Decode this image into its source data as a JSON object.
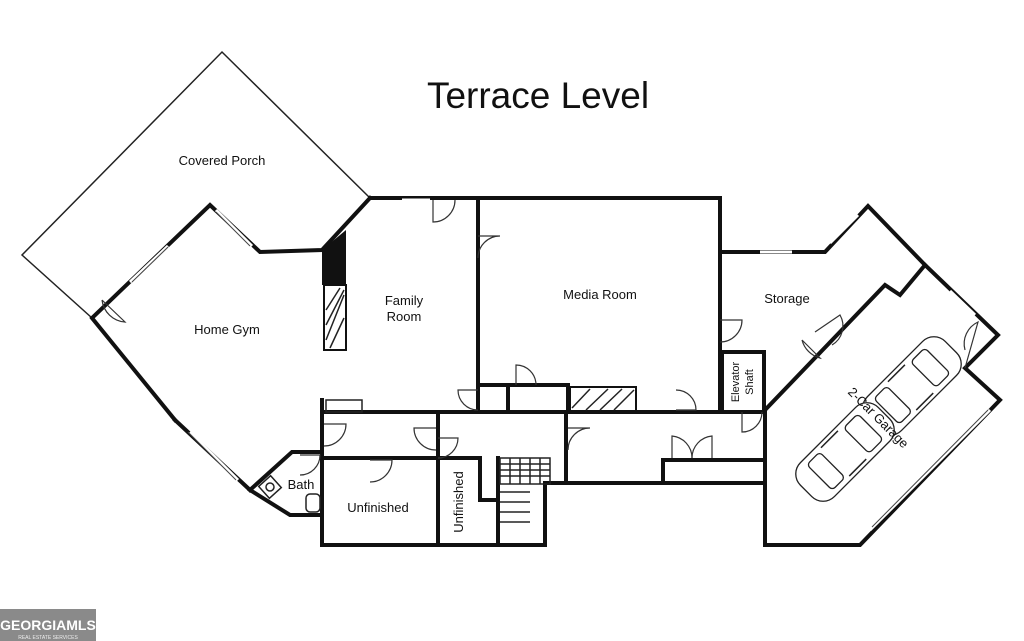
{
  "title": "Terrace Level",
  "rooms": {
    "covered_porch": "Covered Porch",
    "home_gym": "Home Gym",
    "family_room_line1": "Family",
    "family_room_line2": "Room",
    "media_room": "Media Room",
    "storage": "Storage",
    "elevator_line1": "Elevator",
    "elevator_line2": "Shaft",
    "garage": "2-Car Garage",
    "bath": "Bath",
    "unfinished_1": "Unfinished",
    "unfinished_2": "Unfinished"
  },
  "logo": {
    "brand": "GEORGIAMLS",
    "tagline": "REAL ESTATE SERVICES"
  },
  "colors": {
    "wall": "#111111",
    "background": "#ffffff",
    "logo_bg": "#7a7a7a"
  }
}
